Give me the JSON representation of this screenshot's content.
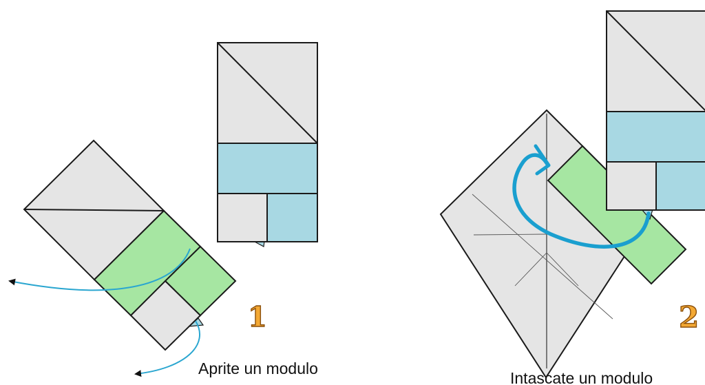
{
  "steps": [
    {
      "number": "1",
      "caption": "Aprite un modulo"
    },
    {
      "number": "2",
      "caption": "Intascate un modulo"
    }
  ],
  "colors": {
    "paper_gray": "#e5e5e5",
    "green": "#a6e6a2",
    "blue": "#a8d8e3",
    "outline": "#1a1a1a",
    "arrow_thin": "#2aa6d0",
    "arrow_thick": "#1a9fcf",
    "step_number_fill": "#f3a833",
    "step_number_stroke": "#8a4f0c"
  }
}
